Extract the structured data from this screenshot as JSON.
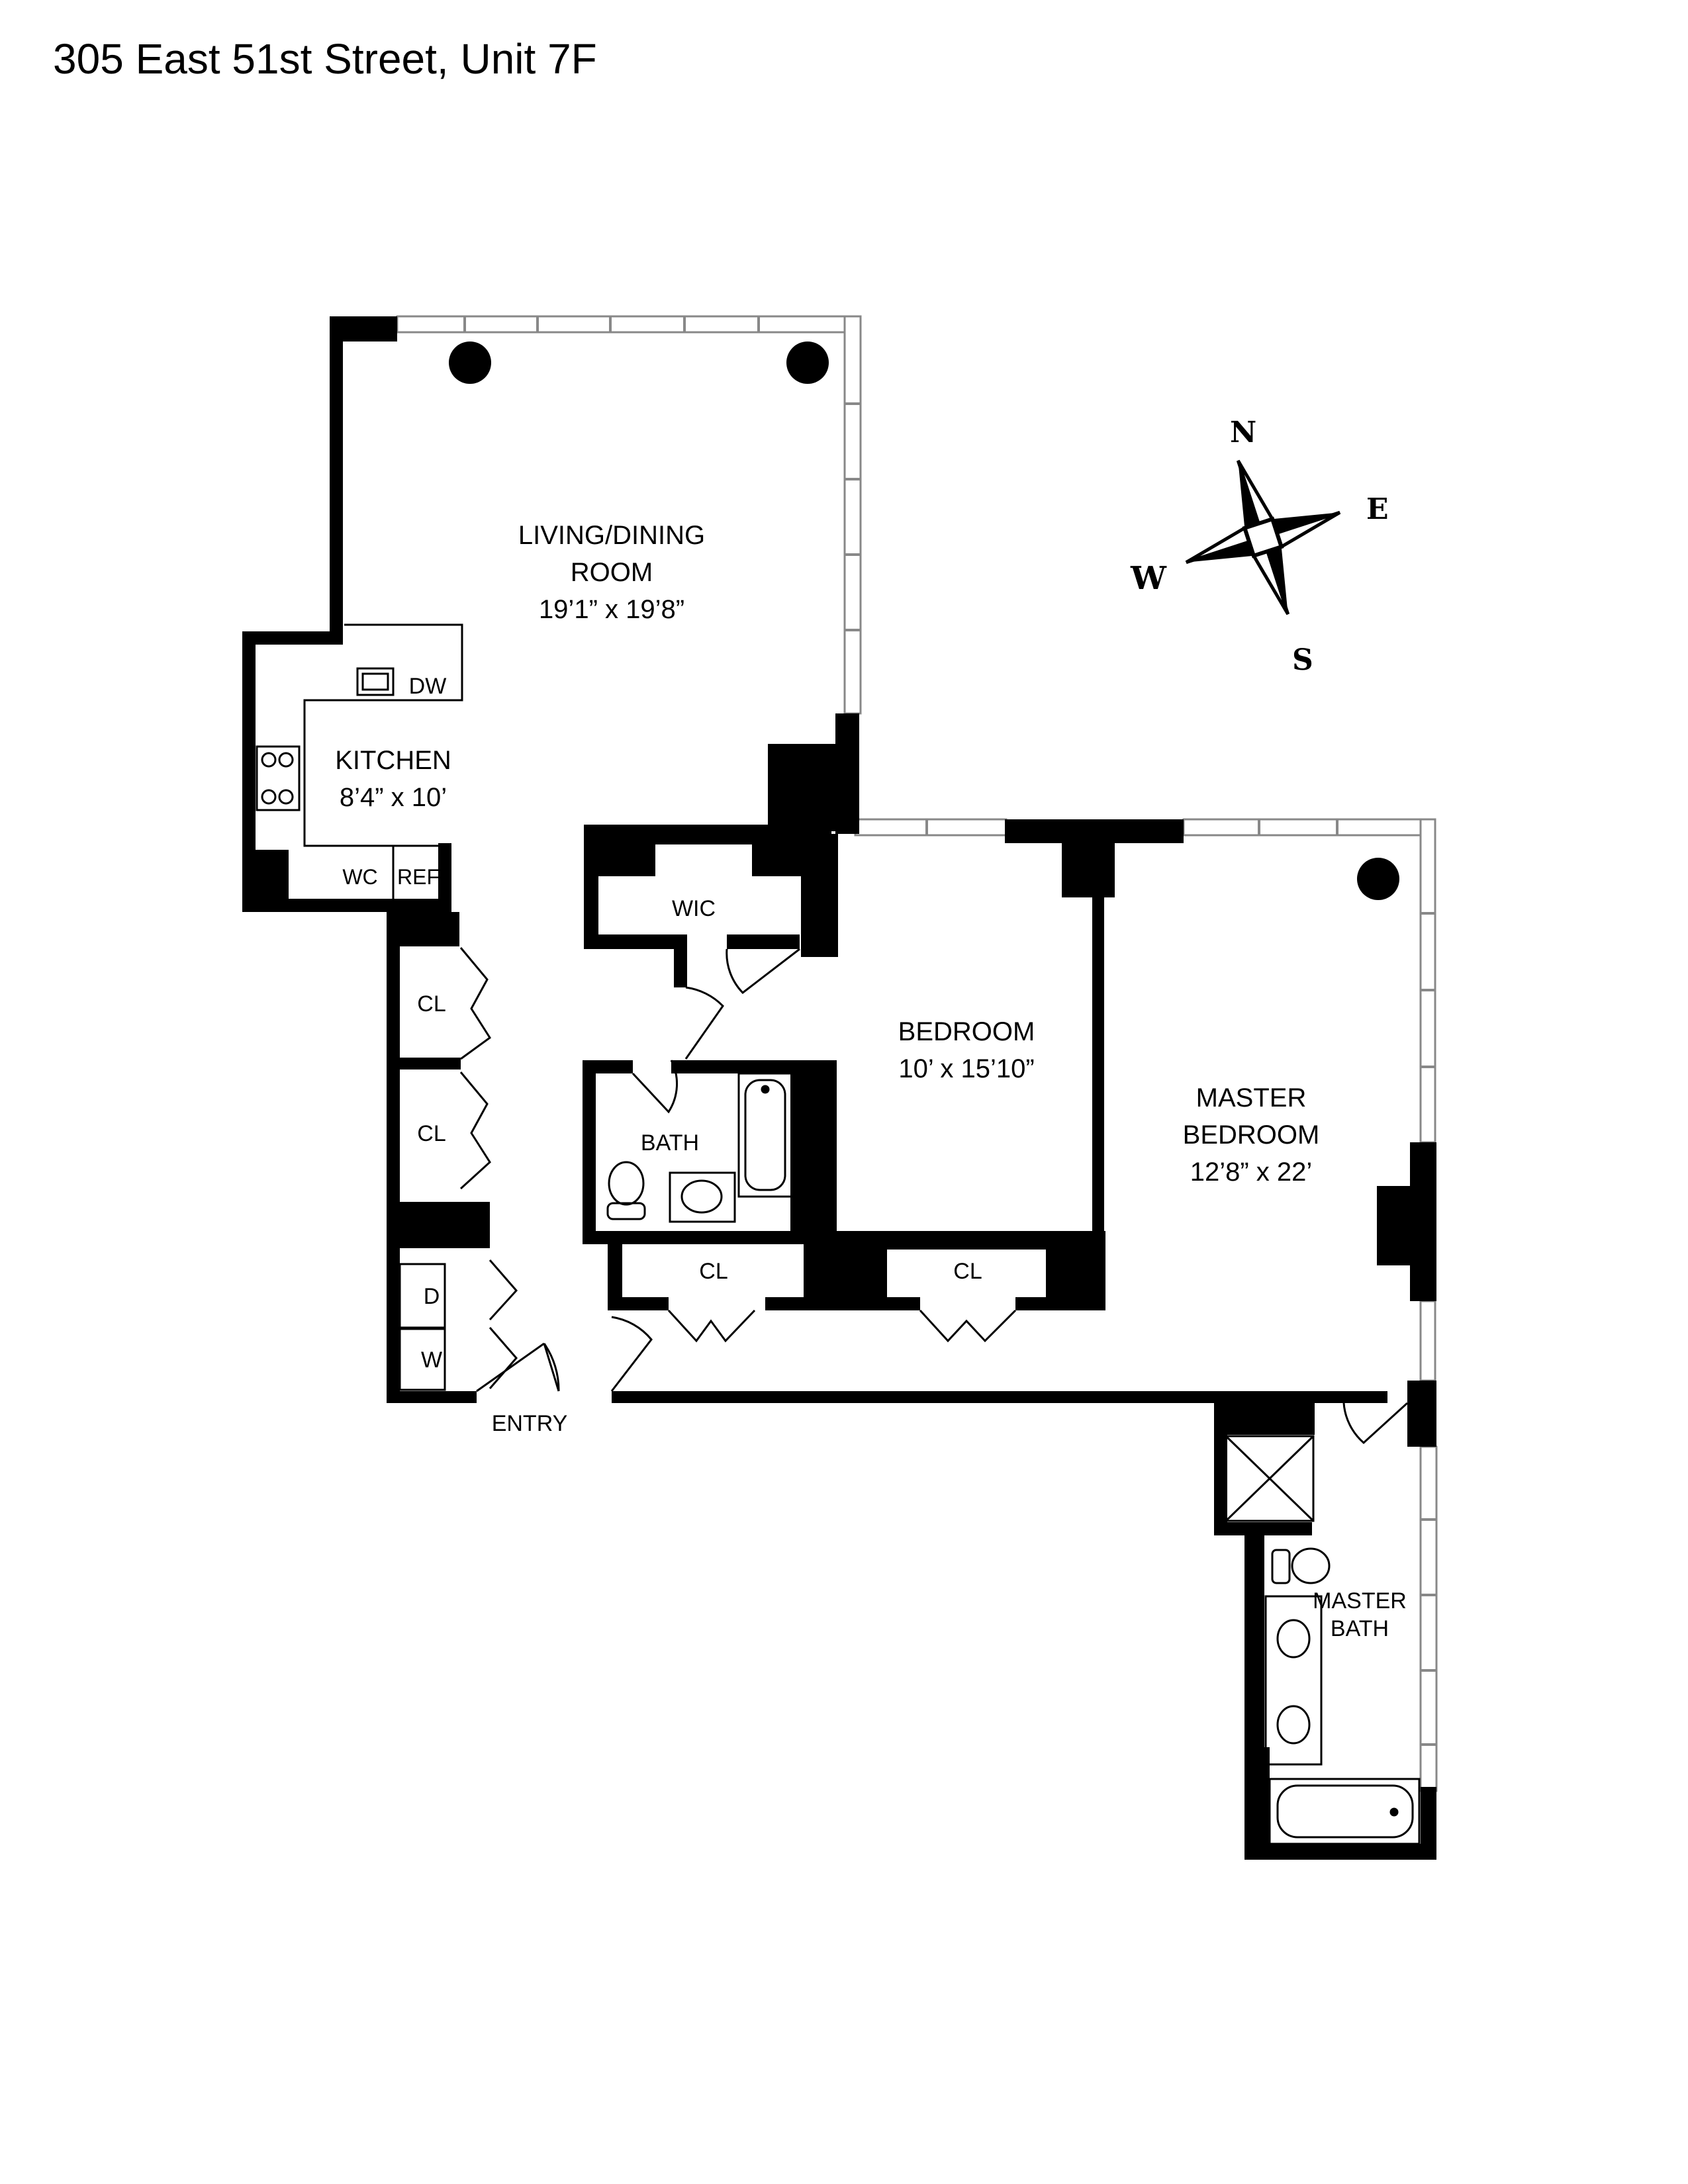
{
  "title": "305 East 51st Street, Unit 7F",
  "rooms": {
    "living": {
      "name_line1": "LIVING/DINING",
      "name_line2": "ROOM",
      "size": "19’1” x 19’8”"
    },
    "kitchen": {
      "name": "KITCHEN",
      "size": "8’4” x 10’"
    },
    "bedroom": {
      "name": "BEDROOM",
      "size": "10’ x 15’10”"
    },
    "master_bedroom": {
      "name_line1": "MASTER",
      "name_line2": "BEDROOM",
      "size": "12’8” x 22’"
    },
    "bath": {
      "name": "BATH"
    },
    "master_bath": {
      "name_line1": "MASTER",
      "name_line2": "BATH"
    },
    "wic": {
      "name": "WIC"
    },
    "entry": {
      "name": "ENTRY"
    }
  },
  "fixtures": {
    "dw": "DW",
    "wc": "WC",
    "ref": "REF",
    "dryer": "D",
    "washer": "W",
    "closet": "CL"
  },
  "compass": {
    "n": "N",
    "e": "E",
    "s": "S",
    "w": "W"
  },
  "colors": {
    "wall": "#000000",
    "window": "#aaaaaa",
    "background": "#ffffff"
  }
}
